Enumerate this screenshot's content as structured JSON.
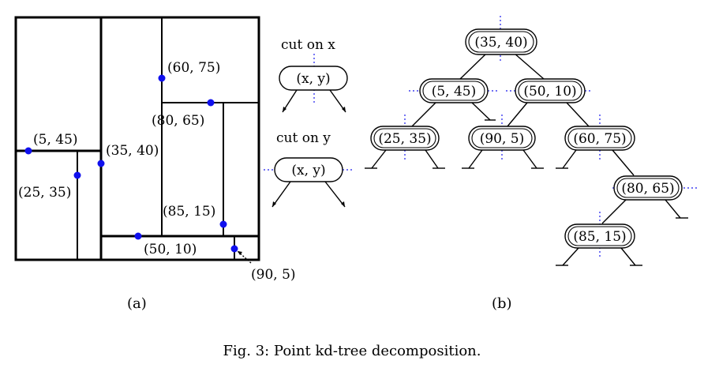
{
  "caption": "Fig. 3: Point kd-tree decomposition.",
  "panel_a": {
    "label": "(a)",
    "points": [
      {
        "label": "(35, 40)"
      },
      {
        "label": "(5, 45)"
      },
      {
        "label": "(25, 35)"
      },
      {
        "label": "(60, 75)"
      },
      {
        "label": "(80, 65)"
      },
      {
        "label": "(85, 15)"
      },
      {
        "label": "(50, 10)"
      },
      {
        "label": "(90, 5)"
      }
    ]
  },
  "legend": {
    "cut_x": "cut on x",
    "cut_y": "cut on y",
    "node_label": "(x, y)"
  },
  "panel_b": {
    "label": "(b)",
    "nodes": {
      "root": "(35, 40)",
      "n5_45": "(5, 45)",
      "n50_10": "(50, 10)",
      "n25_35": "(25, 35)",
      "n90_5": "(90, 5)",
      "n60_75": "(60, 75)",
      "n80_65": "(80, 65)",
      "n85_15": "(85, 15)"
    }
  },
  "colors": {
    "point": "#1010ee",
    "cut_line": "#1a1aee"
  }
}
